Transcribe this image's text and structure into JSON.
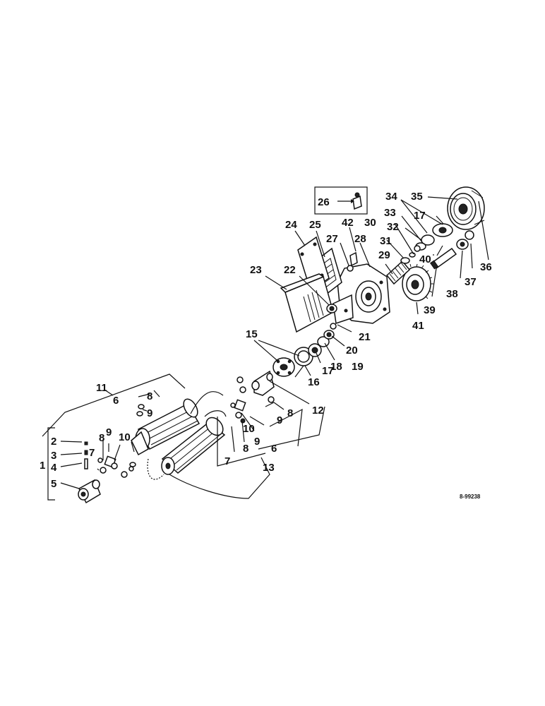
{
  "callouts": {
    "c1": "1",
    "c2": "2",
    "c3": "3",
    "c4": "4",
    "c5": "5",
    "c6a": "6",
    "c6b": "6",
    "c7a": "7",
    "c7b": "7",
    "c8a": "8",
    "c8b": "8",
    "c8c": "8",
    "c8d": "8",
    "c9a": "9",
    "c9b": "9",
    "c9c": "9",
    "c9d": "9",
    "c10a": "10",
    "c10b": "10",
    "c11": "11",
    "c12": "12",
    "c13": "13",
    "c15": "15",
    "c16": "16",
    "c17a": "17",
    "c17b": "17",
    "c18": "18",
    "c19": "19",
    "c20": "20",
    "c21": "21",
    "c22": "22",
    "c23": "23",
    "c24": "24",
    "c25": "25",
    "c26": "26",
    "c27": "27",
    "c28": "28",
    "c29": "29",
    "c30": "30",
    "c31": "31",
    "c32": "32",
    "c33": "33",
    "c34": "34",
    "c35": "35",
    "c36": "36",
    "c37": "37",
    "c38": "38",
    "c39": "39",
    "c40": "40",
    "c41": "41",
    "c42": "42"
  },
  "drawing_code": "8-99238"
}
